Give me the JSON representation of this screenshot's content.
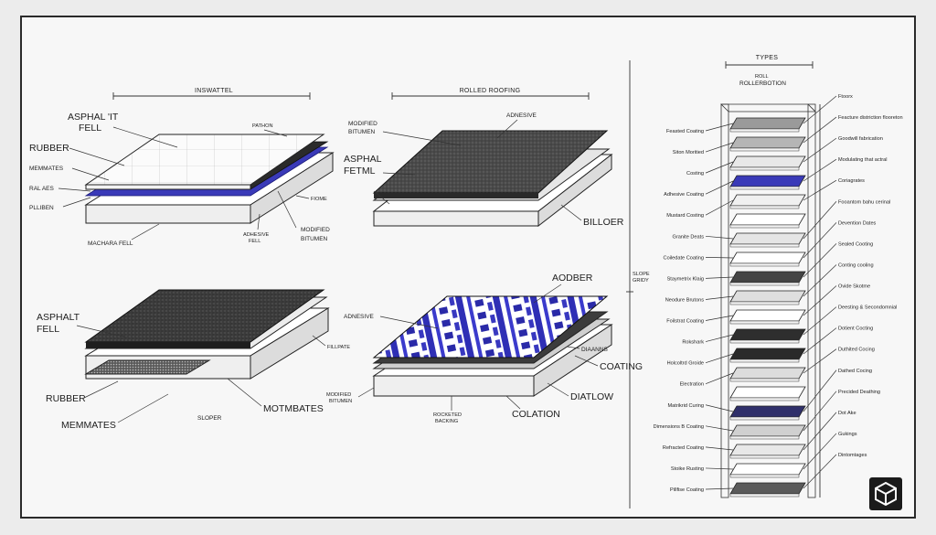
{
  "panels": {
    "top_left": {
      "title": "INSWATTEL",
      "labels": [
        "ASPHAL 'IT",
        "FELL",
        "RUBBER",
        "MEMMATES",
        "RAL AES",
        "PLLIBEN",
        "MACHARA FELL",
        "PATHON",
        "FIOME",
        "MODIFIED",
        "BITUMEN",
        "ADHESIVE",
        "FELL"
      ]
    },
    "top_right": {
      "title": "ROLLED ROOFING",
      "labels": [
        "MODIFIED",
        "BITUMEN",
        "ADNESIVE",
        "ASPHAL",
        "FETML",
        "BILLOER"
      ]
    },
    "bottom_left": {
      "labels": [
        "ASPHALT",
        "FELL",
        "RUBBER",
        "MEMMATES",
        "SLOPER",
        "MOTMBATES",
        "FILLPATE"
      ]
    },
    "bottom_right": {
      "labels": [
        "AODBER",
        "ADNESIVE",
        "DIAANNS",
        "COATING",
        "MODIFIED",
        "BITUMEN",
        "DIATLOW",
        "ROCKETED",
        "BACKING",
        "COLATION"
      ]
    },
    "stack": {
      "title": "TYPES",
      "subtitle_1": "ROLL",
      "subtitle_2": "ROLLERBOTION",
      "side_label_1": "SLOPE",
      "side_label_2": "GRIDY",
      "left_labels": [
        "Feasted Coating",
        "Siton Moritied",
        "Costing",
        "Adhesive Coating",
        "Mustard Costing",
        "Granite Deats",
        "Coiledate Coating",
        "Staymetrix Klaig",
        "Neodure Brutons",
        "Foilstrat Coating",
        "Rokshark",
        "Holcoltrd Groide",
        "Electration",
        "Matrikrid Curing",
        "Dimensions B Coating",
        "Refracted Coating",
        "Stoike Rusting",
        "Pillfise Coating"
      ],
      "right_labels": [
        "Ftoorx",
        "Feacture distriction flooreton",
        "Goodwill fabrication",
        "Modulating that actral",
        "Coriagrates",
        "Fooantom bahu cerinal",
        "Devention Dates",
        "Sealed Cooting",
        "Conting cooling",
        "Ovide Skotme",
        "Deesting & Secondomnial",
        "Dotient Cocting",
        "Duthited Cocing",
        "Dathed Cocing",
        "Precided Deathing",
        "Dot Ake",
        "Gukings",
        "Dintomtages"
      ]
    }
  },
  "colors": {
    "ink": "#1d1d1d",
    "accent_blue": "#3a3ab8",
    "dark_surface": "#3a3a3a",
    "paper": "#f7f7f7"
  },
  "logo_icon": "cube-icon"
}
